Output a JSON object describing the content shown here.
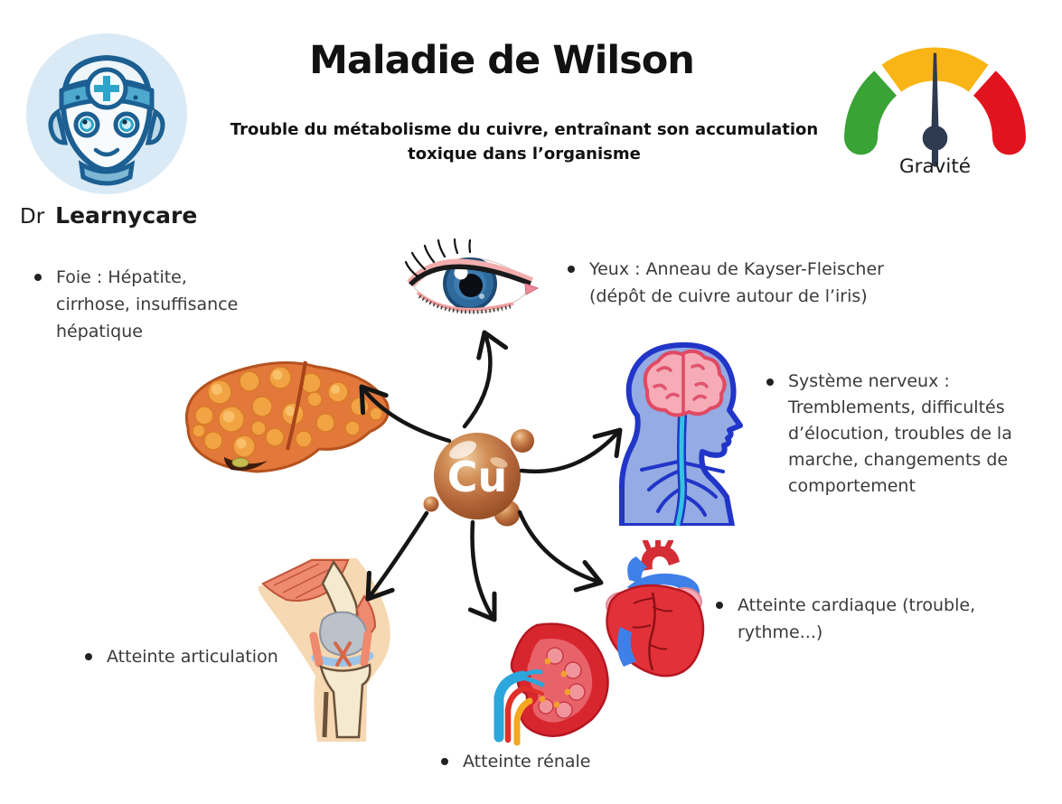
{
  "page": {
    "background": "#ffffff",
    "language": "fr"
  },
  "brand": {
    "prefix": "Dr",
    "name": "Learnycare"
  },
  "header": {
    "title": "Maladie de Wilson",
    "subtitle_line1": "Trouble du métabolisme du cuivre, entraînant son accumulation",
    "subtitle_line2": "toxique dans l’organisme"
  },
  "gauge": {
    "label": "Gravité",
    "segments": [
      {
        "level": "low",
        "color": "#3aa335"
      },
      {
        "level": "medium",
        "color": "#f8b515"
      },
      {
        "level": "high",
        "color": "#e1131e"
      }
    ],
    "needle_color": "#2e3a50",
    "needle_points_to": "medium"
  },
  "center_node": {
    "symbol": "Cu",
    "meaning": "cuivre",
    "sphere_color": "#b4663a"
  },
  "findings": {
    "liver": {
      "lines": [
        "Foie : Hépatite,",
        "cirrhose, insuffisance",
        "hépatique"
      ]
    },
    "eyes": {
      "lines": [
        "Yeux : Anneau de Kayser-Fleischer",
        "(dépôt de cuivre autour de l’iris)"
      ]
    },
    "nervous_system": {
      "lines": [
        "Système nerveux :",
        "Tremblements, difficultés",
        "d’élocution, troubles de la",
        "marche, changements de",
        "comportement"
      ]
    },
    "joints": {
      "lines": [
        "Atteinte articulation"
      ]
    },
    "kidney": {
      "lines": [
        "Atteinte rénale"
      ]
    },
    "heart": {
      "lines": [
        "Atteinte cardiaque (trouble,",
        "rythme...)"
      ]
    }
  },
  "illustrations": [
    "robot-doctor-avatar",
    "severity-gauge",
    "eye",
    "cirrhotic-liver",
    "head-nervous-system",
    "copper-atom",
    "knee-joint",
    "kidney",
    "heart"
  ]
}
